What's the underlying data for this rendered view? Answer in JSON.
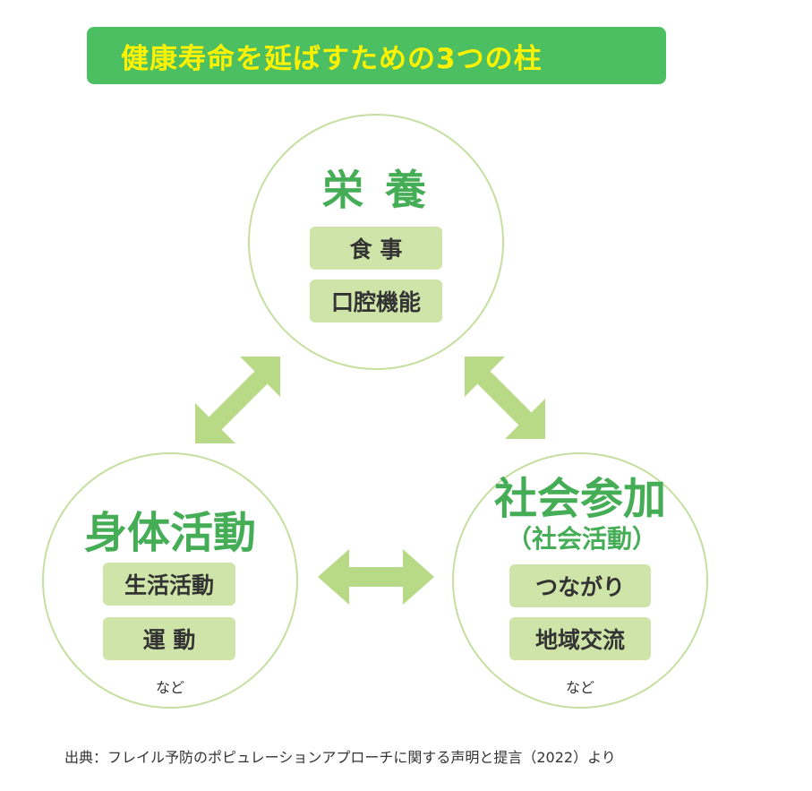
{
  "title": "健康寿命を延ばすための3つの柱",
  "pillars": {
    "nutrition": {
      "title": "栄 養",
      "items": [
        "食 事",
        "口腔機能"
      ]
    },
    "physical": {
      "title": "身体活動",
      "items": [
        "生活活動",
        "運 動"
      ],
      "etc": "など"
    },
    "social": {
      "title": "社会参加",
      "subtitle": "（社会活動）",
      "items": [
        "つながり",
        "地域交流"
      ],
      "etc": "など"
    }
  },
  "source": "出典：フレイル予防のポピュレーションアプローチに関する声明と提言（2022）より",
  "colors": {
    "banner": "#4cbf63",
    "banner_text": "#fff200",
    "heading": "#46ad57",
    "tag_bg": "#cfe4a8",
    "circle_border": "#c5dfa0",
    "arrow": "#b8da87"
  }
}
